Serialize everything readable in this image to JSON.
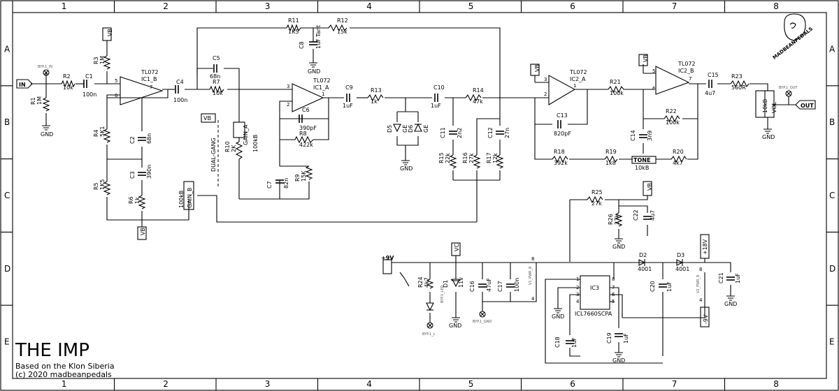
{
  "sheet": {
    "col_labels": [
      "1",
      "2",
      "3",
      "4",
      "5",
      "6",
      "7",
      "8"
    ],
    "row_labels": [
      "A",
      "B",
      "C",
      "D",
      "E"
    ],
    "title": "THE IMP",
    "subtitle_1": "Based on the Klon Siberia",
    "subtitle_2": "(c) 2020 madbeanpedals",
    "logo_text": "MADBEANPEDALS"
  },
  "ports": {
    "in": "IN",
    "out": "OUT",
    "vb": "VB",
    "vc": "VC",
    "p9v": "+9V",
    "p18v": "+18V",
    "n9v": "-9V",
    "gnd": "GND"
  },
  "opamps": {
    "ic1b": {
      "part": "TL072",
      "ref": "IC1_B"
    },
    "ic1a": {
      "part": "TL072",
      "ref": "IC1_A"
    },
    "ic2a": {
      "part": "TL072",
      "ref": "IC2_A"
    },
    "ic2b": {
      "part": "TL072",
      "ref": "IC2_B"
    }
  },
  "ic3": {
    "ref": "IC3",
    "part": "ICL7660SCPA"
  },
  "resistors": [
    {
      "ref": "R1",
      "value": "1M"
    },
    {
      "ref": "R2",
      "value": "10k"
    },
    {
      "ref": "R3",
      "value": "1M"
    },
    {
      "ref": "R4",
      "value": "5K1"
    },
    {
      "ref": "R5",
      "value": "1K5"
    },
    {
      "ref": "R6",
      "value": "1k"
    },
    {
      "ref": "R7",
      "value": "10k"
    },
    {
      "ref": "R8",
      "value": "422k"
    },
    {
      "ref": "R9",
      "value": "15K"
    },
    {
      "ref": "R10",
      "value": "2K"
    },
    {
      "ref": "R11",
      "value": "1K5"
    },
    {
      "ref": "R12",
      "value": "15k"
    },
    {
      "ref": "R13",
      "value": "1k"
    },
    {
      "ref": "R14",
      "value": "47k"
    },
    {
      "ref": "R15",
      "value": "22k"
    },
    {
      "ref": "R16",
      "value": "27k"
    },
    {
      "ref": "R17",
      "value": "12k"
    },
    {
      "ref": "R18",
      "value": "392k"
    },
    {
      "ref": "R19",
      "value": "1k8"
    },
    {
      "ref": "R20",
      "value": "4k7"
    },
    {
      "ref": "R21",
      "value": "100k"
    },
    {
      "ref": "R22",
      "value": "100k"
    },
    {
      "ref": "R23",
      "value": "560R"
    },
    {
      "ref": "R24",
      "value": "4k7"
    },
    {
      "ref": "R25",
      "value": "27k"
    },
    {
      "ref": "R26",
      "value": "27k"
    }
  ],
  "capacitors": [
    {
      "ref": "C1",
      "value": "100n"
    },
    {
      "ref": "C2",
      "value": "68n"
    },
    {
      "ref": "C3",
      "value": "390n"
    },
    {
      "ref": "C4",
      "value": "100n"
    },
    {
      "ref": "C5",
      "value": "68n"
    },
    {
      "ref": "C6",
      "value": "390pF"
    },
    {
      "ref": "C7",
      "value": "82n"
    },
    {
      "ref": "C8",
      "value": "1uF Tant"
    },
    {
      "ref": "C9",
      "value": "1uF"
    },
    {
      "ref": "C10",
      "value": "1uF"
    },
    {
      "ref": "C11",
      "value": "2n2"
    },
    {
      "ref": "C12",
      "value": "27n"
    },
    {
      "ref": "C13",
      "value": "820pF"
    },
    {
      "ref": "C14",
      "value": "3n9"
    },
    {
      "ref": "C15",
      "value": "4u7"
    },
    {
      "ref": "C16",
      "value": "47uF"
    },
    {
      "ref": "C17",
      "value": "100n"
    },
    {
      "ref": "C18",
      "value": "1uF"
    },
    {
      "ref": "C19",
      "value": "1uF"
    },
    {
      "ref": "C20",
      "value": "1uF"
    },
    {
      "ref": "C21",
      "value": "1uF"
    },
    {
      "ref": "C22",
      "value": "4u7"
    }
  ],
  "diodes": [
    {
      "ref": "D1",
      "value": "11v"
    },
    {
      "ref": "D2",
      "value": "4001"
    },
    {
      "ref": "D3",
      "value": "4001"
    },
    {
      "ref": "D5",
      "value": "GE"
    },
    {
      "ref": "D6",
      "value": "GE"
    }
  ],
  "pots": {
    "gain_a": {
      "name": "GAIN_A",
      "value": "100kB"
    },
    "gain_b": {
      "name": "GAIN_B",
      "value": "100kB"
    },
    "tone": {
      "name": "TONE",
      "value": "10kB"
    },
    "vol": {
      "name": "VOL",
      "value": "10kB"
    },
    "dual_gang": "DUAL-GANG"
  },
  "nets": {
    "byp1_in": "BYP.1_IN",
    "byp1_out": "BYP.1_OUT",
    "byp1_l": "BYP.1_L",
    "byp1_gnd": "BYP.1_GND",
    "byp1_led": "BYP.1_LED",
    "v1_pwr": "V1_PWR_8",
    "v2_pwr": "V2_PWR_8"
  },
  "pin_numbers": {
    "ic1b": [
      "5",
      "6",
      "7"
    ],
    "ic1a": [
      "3",
      "2",
      "1"
    ],
    "ic2a": [
      "3",
      "2",
      "1"
    ],
    "ic2b": [
      "5",
      "6",
      "7"
    ],
    "supply": [
      "8",
      "4"
    ],
    "ic3_left": [
      "1",
      "2",
      "3",
      "4"
    ],
    "ic3_right": [
      "8",
      "7",
      "6",
      "5"
    ]
  }
}
